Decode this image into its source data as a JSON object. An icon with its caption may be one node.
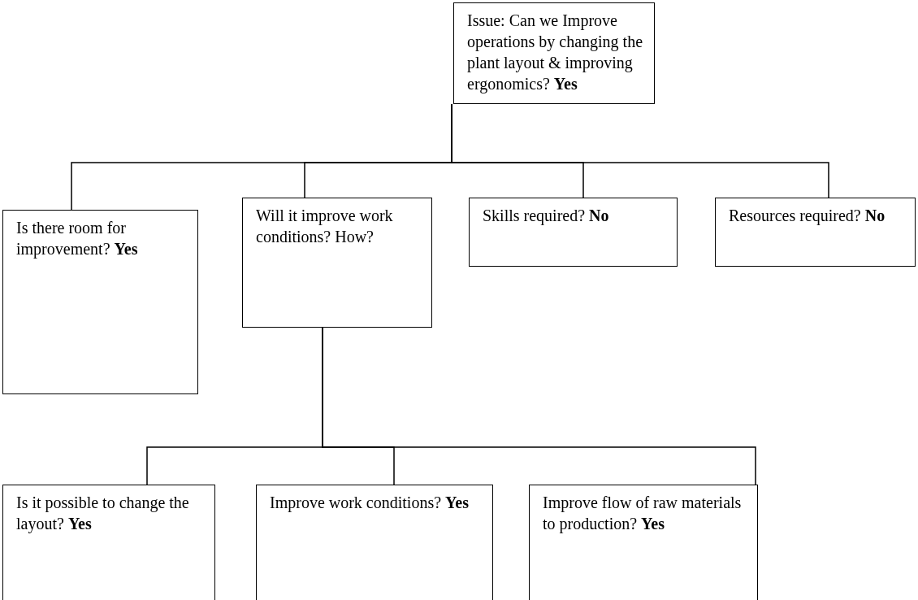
{
  "diagram": {
    "nodes": [
      {
        "text": [
          "Issue: Can we Improve operations by changing the plant layout & improving ergonomics? **Yes**"
        ]
      },
      {
        "text": [
          "Is there room for improvement? **Yes**"
        ]
      },
      {
        "text": [
          "Will it improve work conditions? How?"
        ]
      },
      {
        "text": [
          "Skills required? **No**"
        ]
      },
      {
        "text": [
          "Resources required? **No**"
        ]
      },
      {
        "text": [
          "Is it possible to change the layout? **Yes**"
        ]
      },
      {
        "text": [
          "Improve work conditions? **Yes**"
        ]
      },
      {
        "text": [
          "Improve flow of raw materials to production? **Yes**"
        ]
      }
    ],
    "edges": [
      {
        "from": 0,
        "to": 1,
        "arrow": "none"
      },
      {
        "from": 0,
        "to": 2,
        "arrow": "none"
      },
      {
        "from": 0,
        "to": 3,
        "arrow": "none"
      },
      {
        "from": 0,
        "to": 4,
        "arrow": "none"
      },
      {
        "from": 2,
        "to": 5,
        "arrow": "none"
      },
      {
        "from": 2,
        "to": 6,
        "arrow": "none"
      },
      {
        "from": 2,
        "to": 7,
        "arrow": "none"
      }
    ]
  }
}
